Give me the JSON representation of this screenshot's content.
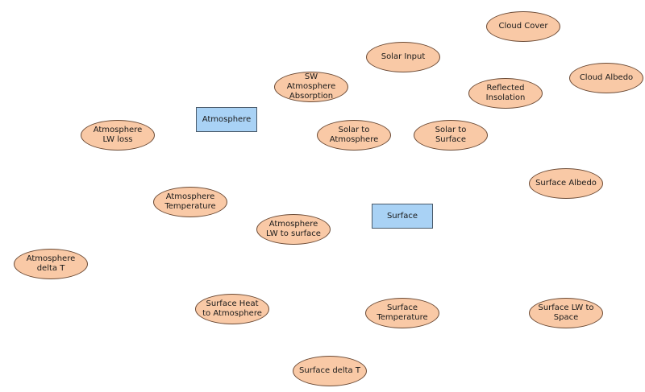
{
  "colors": {
    "variable_fill": "#f9c9a6",
    "variable_stroke": "#6b4a35",
    "stock_fill": "#a9d2f5",
    "stock_stroke": "#4a5a6a"
  },
  "stocks": {
    "atmosphere": "Atmosphere",
    "surface": "Surface"
  },
  "variables": {
    "cloud_cover": "Cloud Cover",
    "solar_input": "Solar Input",
    "cloud_albedo": "Cloud Albedo",
    "sw_atmosphere_absorption": "SW Atmosphere Absorption",
    "reflected_insolation": "Reflected Insolation",
    "atmosphere_lw_loss": "Atmosphere LW loss",
    "solar_to_atmosphere": "Solar to Atmosphere",
    "solar_to_surface": "Solar to Surface",
    "surface_albedo": "Surface Albedo",
    "atmosphere_temperature": "Atmosphere Temperature",
    "atmosphere_lw_to_surface": "Atmosphere LW to surface",
    "atmosphere_delta_t": "Atmosphere delta T",
    "surface_heat_to_atmosphere": "Surface Heat to Atmosphere",
    "surface_temperature": "Surface Temperature",
    "surface_lw_to_space": "Surface LW to Space",
    "surface_delta_t": "Surface delta T"
  }
}
